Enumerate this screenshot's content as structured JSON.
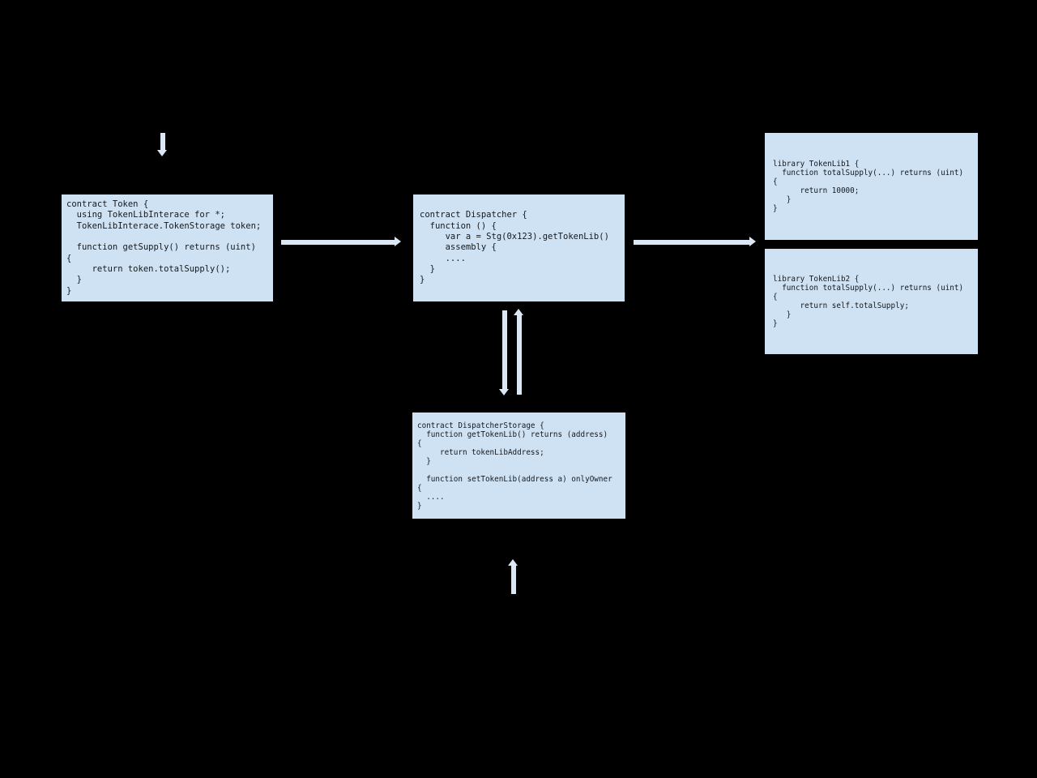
{
  "colors": {
    "background": "#000000",
    "box_fill": "#cfe2f3",
    "code_text": "#14181d",
    "arrow": "#dbe7f4"
  },
  "boxes": {
    "token": {
      "title": "contract Token",
      "lines": [
        "contract Token {",
        "  using TokenLibInterace for *;",
        "  TokenLibInterace.TokenStorage token;",
        "",
        "  function getSupply() returns (uint)",
        "{",
        "     return token.totalSupply();",
        "  }",
        "}"
      ]
    },
    "dispatcher": {
      "title": "contract Dispatcher",
      "lines": [
        "contract Dispatcher {",
        "  function () {",
        "     var a = Stg(0x123).getTokenLib()",
        "     assembly {",
        "     ....",
        "  }",
        "}"
      ]
    },
    "tokenlib1": {
      "title": "library TokenLib1",
      "lines": [
        "library TokenLib1 {",
        "  function totalSupply(...) returns (uint)",
        "{",
        "      return 10000;",
        "   }",
        "}"
      ]
    },
    "tokenlib2": {
      "title": "library TokenLib2",
      "lines": [
        "library TokenLib2 {",
        "  function totalSupply(...) returns (uint)",
        "{",
        "      return self.totalSupply;",
        "   }",
        "}"
      ]
    },
    "dispatcher_storage": {
      "title": "contract DispatcherStorage",
      "lines": [
        "contract DispatcherStorage {",
        "  function getTokenLib() returns (address)",
        "{",
        "     return tokenLibAddress;",
        "  }",
        "",
        "  function setTokenLib(address a) onlyOwner",
        "{",
        "  ....",
        "}"
      ]
    }
  },
  "arrows": [
    {
      "name": "into-token-from-top",
      "direction": "down"
    },
    {
      "name": "token-to-dispatcher",
      "direction": "right"
    },
    {
      "name": "dispatcher-to-tokenlib1",
      "direction": "right"
    },
    {
      "name": "dispatcher-to-dispatcherstorage",
      "direction": "down"
    },
    {
      "name": "dispatcherstorage-to-dispatcher",
      "direction": "up"
    },
    {
      "name": "into-dispatcherstorage-from-bottom",
      "direction": "up"
    }
  ]
}
